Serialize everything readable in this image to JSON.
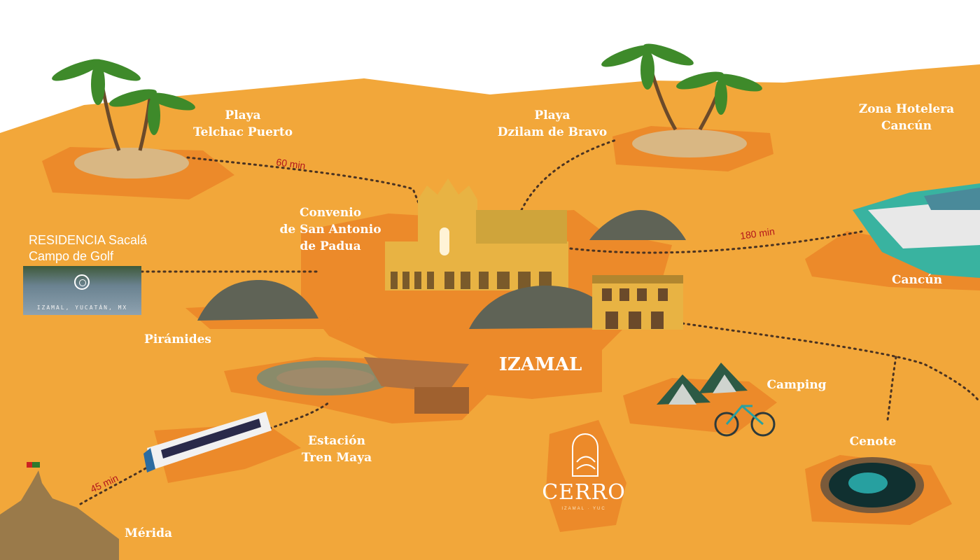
{
  "map": {
    "title": "IZAMAL",
    "places": {
      "telchac": [
        "Playa",
        "Telchac Puerto"
      ],
      "dzilam": [
        "Playa",
        "Dzilam de Bravo"
      ],
      "zona_hotelera": [
        "Zona Hotelera",
        "Cancún"
      ],
      "convento": [
        "Convenio",
        "de San Antonio",
        "de Padua"
      ],
      "cancun": "Cancún",
      "piramides": "Pirámides",
      "estacion": [
        "Estación",
        "Tren Maya"
      ],
      "camping": "Camping",
      "cenote": "Cenote",
      "merida": "Mérida"
    },
    "times": {
      "telchac": "60 min",
      "cancun": "180 min",
      "merida": "45 min"
    },
    "residencia": {
      "line1": "RESIDENCIA Sacalá",
      "line2": "Campo de Golf",
      "photo_caption": "IZAMAL, YUCATÁN, MX"
    },
    "logo": {
      "name": "CERRO",
      "subtitle": "IZAMAL · YUC"
    },
    "colors": {
      "ground": "#f2a73a",
      "patch": "#ec8a2a",
      "route": "#4a3322",
      "time_text": "#b3161b"
    }
  }
}
